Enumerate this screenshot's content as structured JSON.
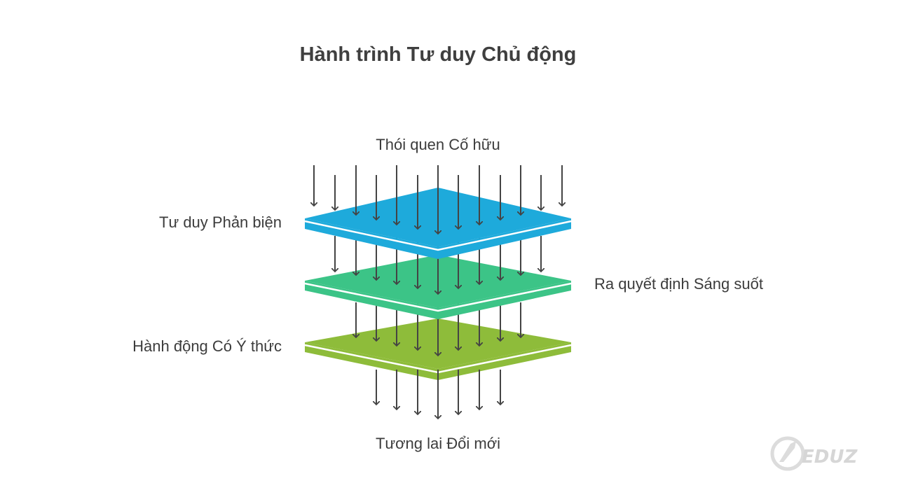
{
  "title": "Hành trình Tư duy Chủ động",
  "labels": {
    "top": "Thói quen Cố hữu",
    "layer1": "Tư duy Phản biện",
    "layer2": "Ra quyết định Sáng suốt",
    "layer3": "Hành động Có Ý thức",
    "bottom": "Tương lai Đổi mới"
  },
  "logo_text": "EDUZ",
  "colors": {
    "layer1": "#1eaadb",
    "layer2": "#3cc487",
    "layer3": "#8ebc3a",
    "arrow": "#444444",
    "text": "#3c3c3c"
  },
  "icons": [
    "arrow-down-icon",
    "eduz-logo-icon"
  ]
}
